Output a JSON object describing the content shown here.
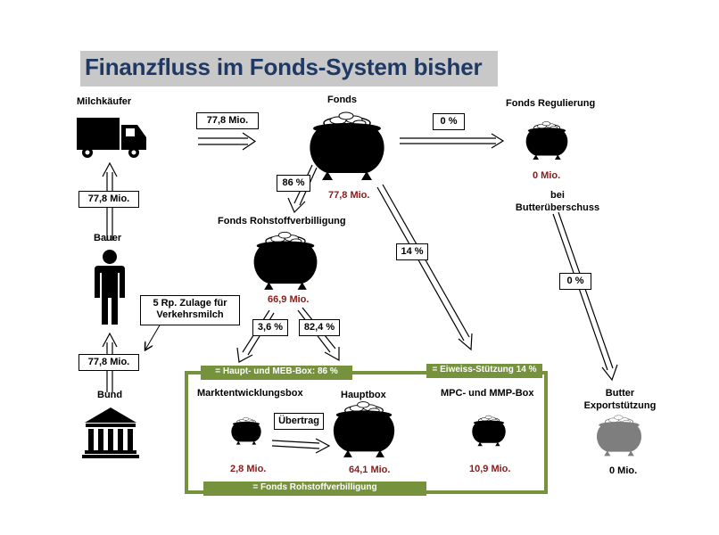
{
  "title": "Finanzfluss im Fonds-System bisher",
  "nodes": {
    "milchkaeufer": "Milchkäufer",
    "fonds": "Fonds",
    "fonds_amount": "77,8 Mio.",
    "regulierung": "Fonds Regulierung",
    "regulierung_amount": "0 Mio.",
    "regulierung_note_1": "bei",
    "regulierung_note_2": "Butterüberschuss",
    "rohstoff": "Fonds Rohstoffverbilligung",
    "rohstoff_amount": "66,9 Mio.",
    "bauer": "Bauer",
    "bund": "Bund",
    "marktentwicklung": "Marktentwicklungsbox",
    "marktentwicklung_amount": "2,8 Mio.",
    "hauptbox": "Hauptbox",
    "hauptbox_amount": "64,1 Mio.",
    "mpc": "MPC- und MMP-Box",
    "mpc_amount": "10,9 Mio.",
    "butter_1": "Butter",
    "butter_2": "Exportstützung",
    "butter_amount": "0 Mio."
  },
  "flows": {
    "kaeufer_fonds": "77,8 Mio.",
    "fonds_regulierung": "0 %",
    "fonds_rohstoff": "86 %",
    "fonds_eiweiss": "14 %",
    "regulierung_butter": "0 %",
    "bauer_kaeufer": "77,8 Mio.",
    "bund_bauer": "77,8 Mio.",
    "zulage_1": "5 Rp. Zulage für",
    "zulage_2": "Verkehrsmilch",
    "rohstoff_markt": "3,6 %",
    "rohstoff_haupt": "82,4 %",
    "uebertrag": "Übertrag"
  },
  "groups": {
    "haupt_meb": "= Haupt- und MEB-Box: 86 %",
    "eiweiss": "= Eiweiss-Stützung 14 %",
    "rohstoff_total": "= Fonds Rohstoffverbilligung"
  },
  "colors": {
    "title": "#1f3864",
    "amount": "#8b1a1a",
    "group_border": "#76923c",
    "pot": "#000000",
    "pot_inactive": "#7f7f7f"
  },
  "icons": [
    "truck-icon",
    "person-icon",
    "bank-icon",
    "pot-icon"
  ]
}
